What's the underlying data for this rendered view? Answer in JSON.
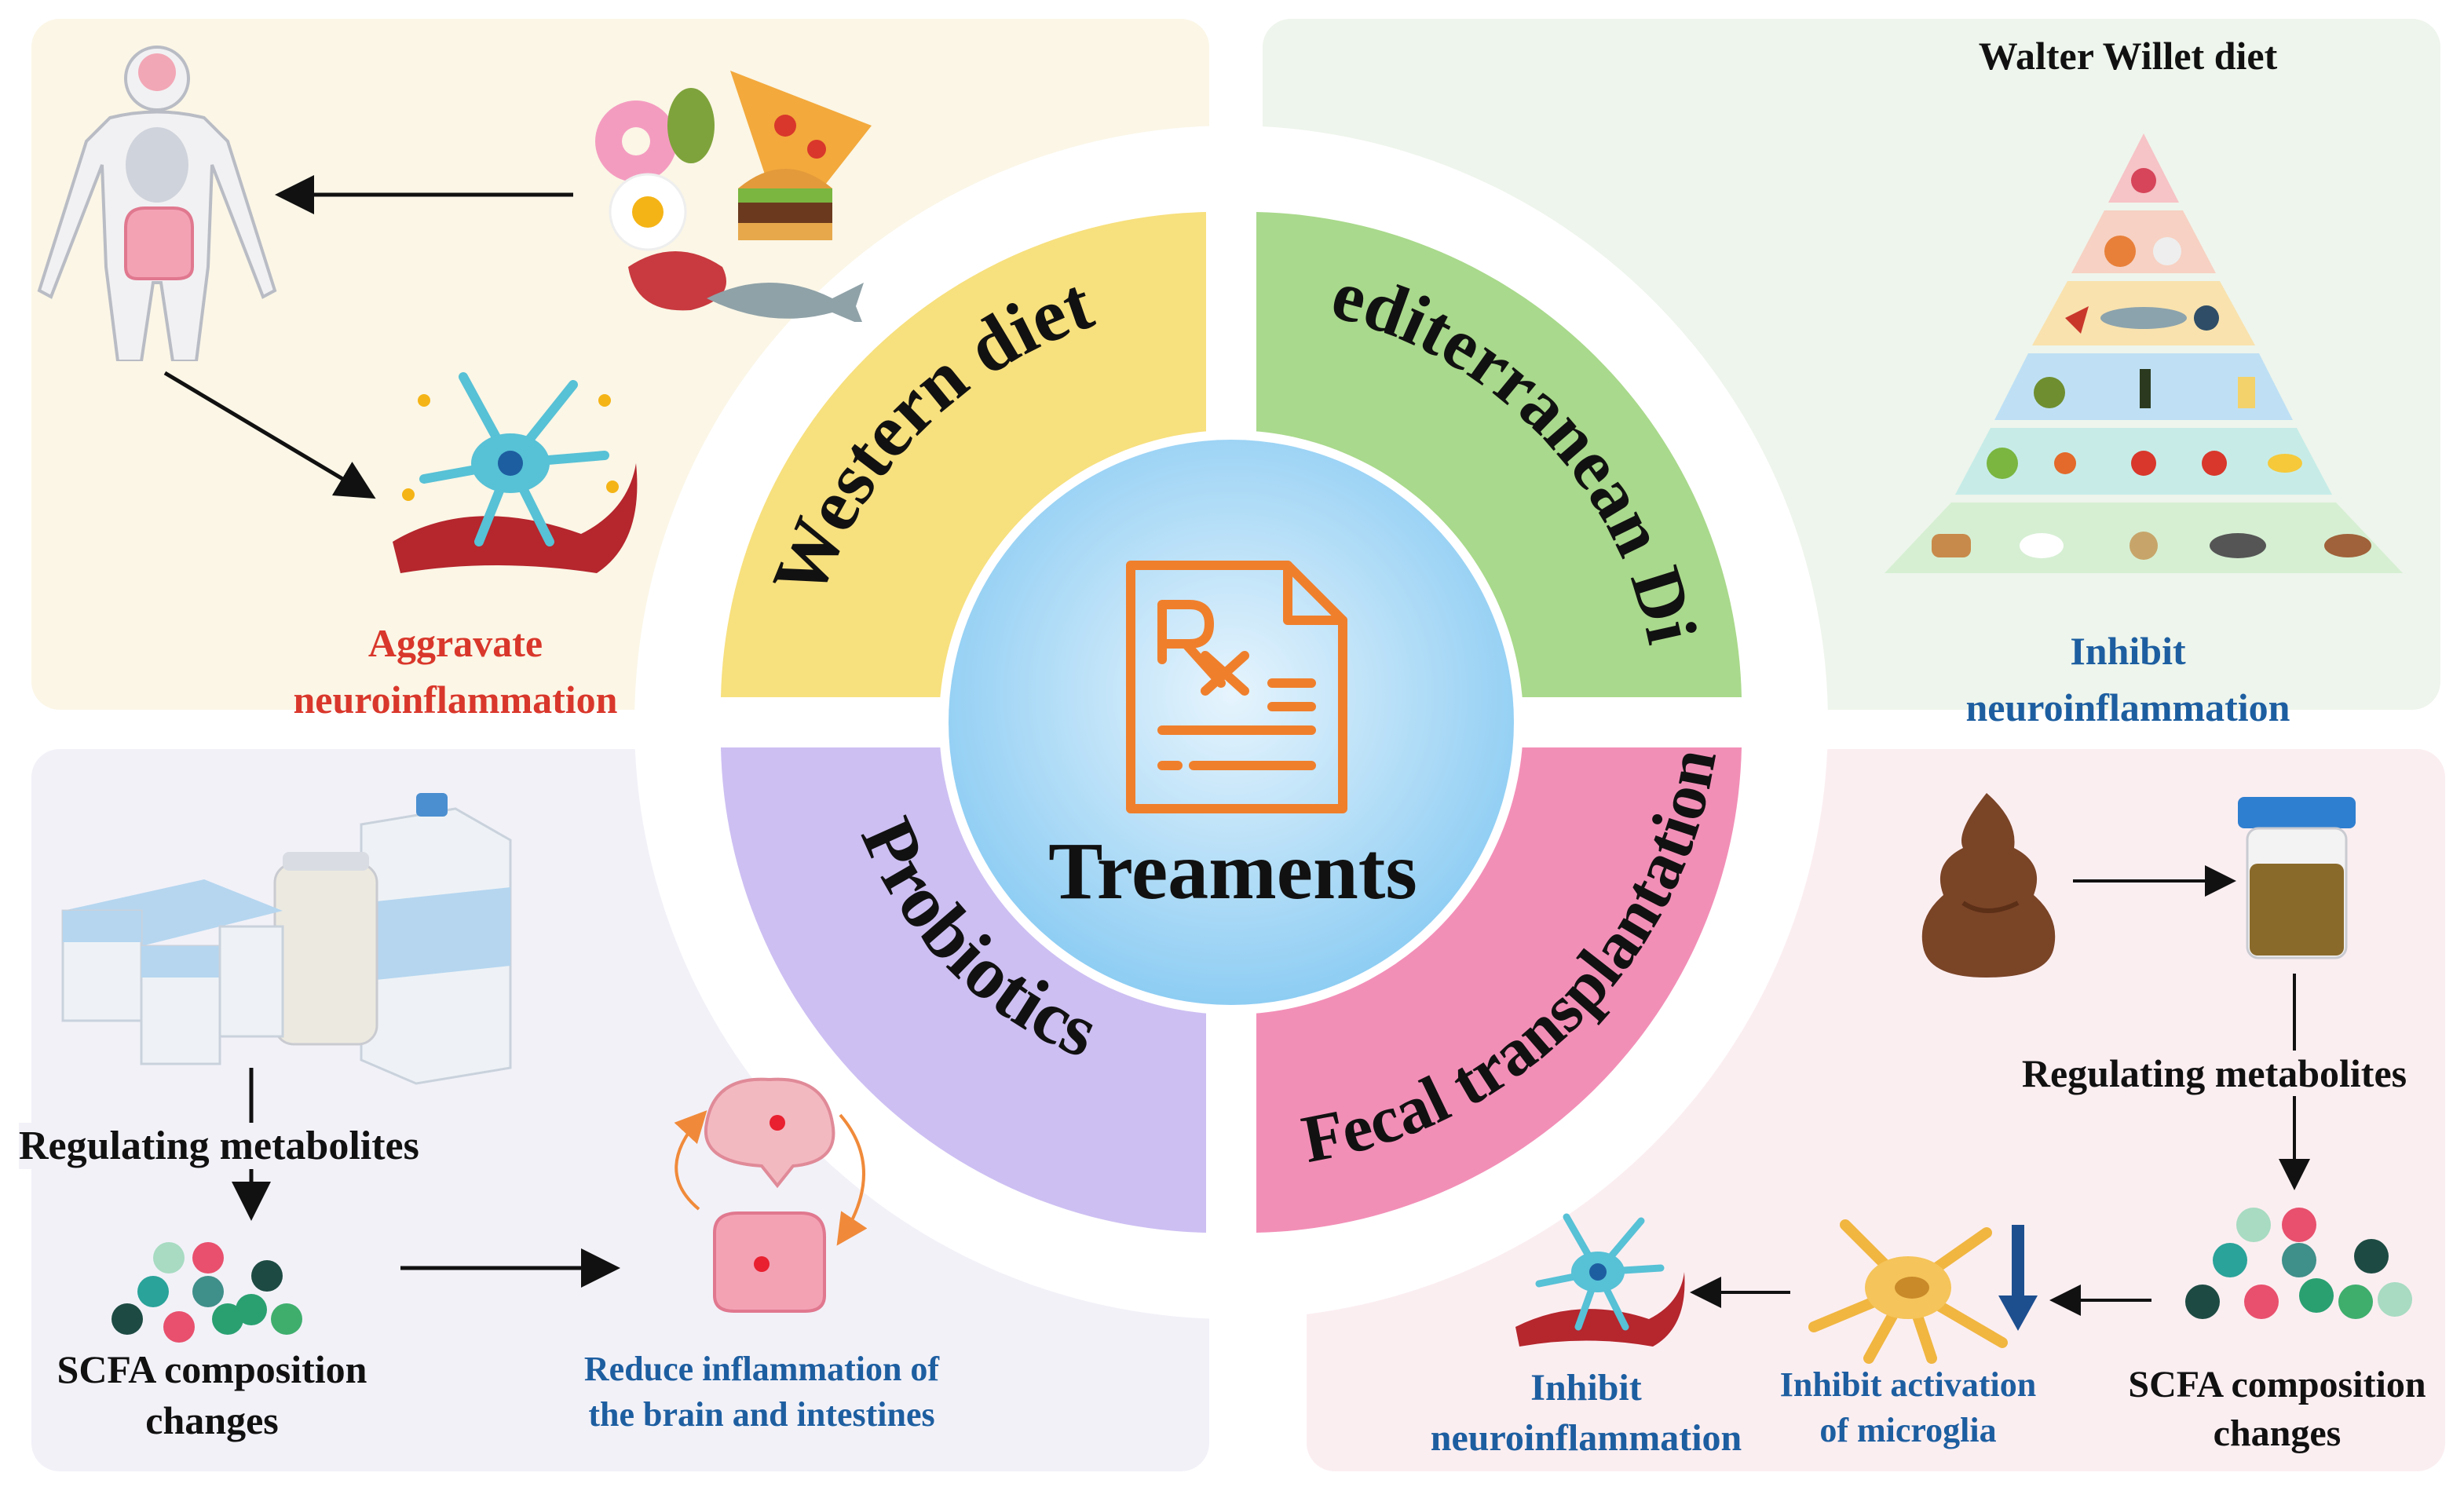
{
  "center": {
    "title": "Treaments",
    "icon": "prescription-document-icon"
  },
  "quadrants": {
    "western": {
      "label": "Western diet",
      "color": "#f7e07e"
    },
    "mediterranean": {
      "label": "Mediterranean Diet",
      "color": "#a9d98c"
    },
    "probiotics": {
      "label": "Probiotics",
      "color": "#cdbff2"
    },
    "fecal": {
      "label": "Fecal transplantation",
      "color": "#f28fb7"
    }
  },
  "western_panel": {
    "outcome": [
      "Aggravate",
      "neuroinflammation"
    ]
  },
  "mediterranean_panel": {
    "pyramid_title": "Walter Willet diet",
    "outcome": [
      "Inhibit",
      "neuroinflammation"
    ]
  },
  "probiotics_panel": {
    "step1": "Regulating metabolites",
    "step2": [
      "SCFA composition",
      "changes"
    ],
    "outcome": [
      "Reduce inflammation of",
      "the brain and intestines"
    ]
  },
  "fecal_panel": {
    "step1": "Regulating metabolites",
    "step2": [
      "SCFA composition",
      "changes"
    ],
    "step3": [
      "Inhibit activation",
      "of microglia"
    ],
    "outcome": [
      "Inhibit",
      "neuroinflammation"
    ]
  },
  "colors": {
    "red_text": "#d9372b",
    "blue_text": "#1d5ea0",
    "center_circle": "#9fd3f4",
    "icon_orange": "#f07f2c"
  }
}
